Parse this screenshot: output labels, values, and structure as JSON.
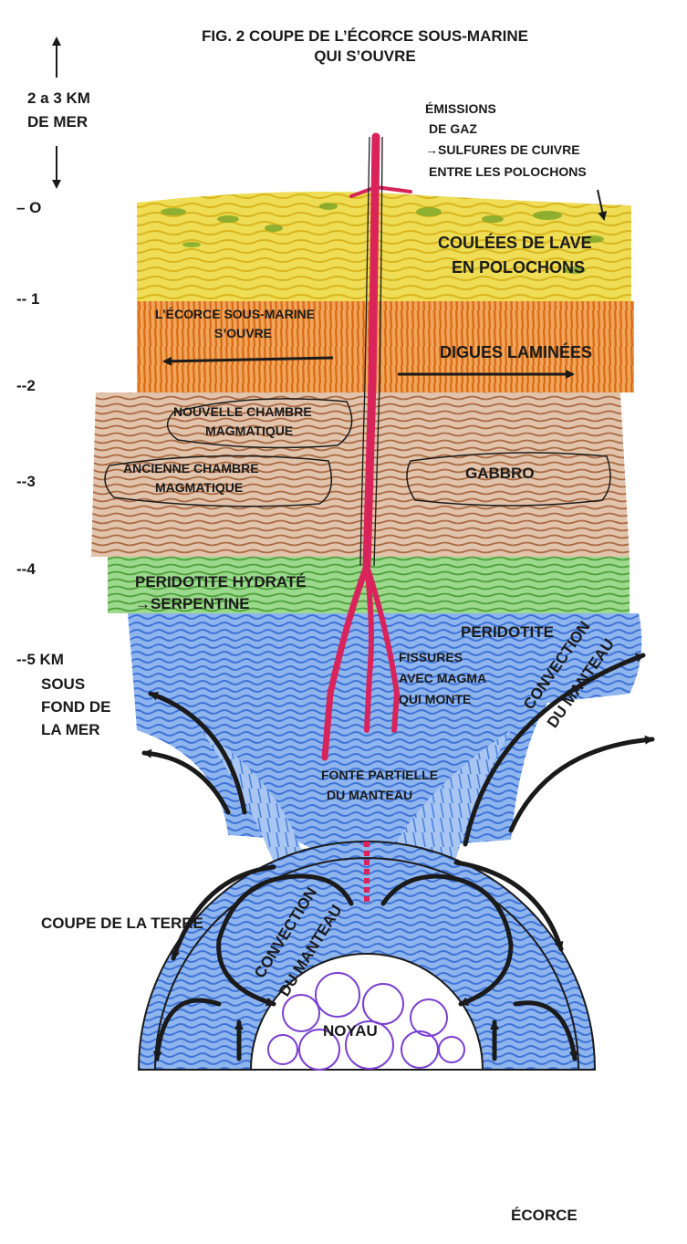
{
  "title": {
    "line1": "FIG. 2   COUPE DE L’ÉCORCE SOUS-MARINE",
    "line2": "QUI S’OUVRE"
  },
  "depth_scale": {
    "sea_depth_line1": "2 a 3 KM",
    "sea_depth_line2": "DE MER",
    "ticks": [
      "– O",
      "-- 1",
      "--2",
      "--3",
      "--4",
      "--5 KM"
    ],
    "bottom_note": [
      "SOUS",
      "FOND DE",
      "LA MER"
    ]
  },
  "labels": {
    "emissions": [
      "ÉMISSIONS",
      "DE GAZ",
      "→SULFURES DE CUIVRE",
      "ENTRE LES  POLOCHONS"
    ],
    "lava": [
      "COULÉES DE LAVE",
      "EN POLOCHONS"
    ],
    "crust_opens": [
      "L’ÉCORCE SOUS-MARINE",
      "S’OUVRE"
    ],
    "dikes": "DIGUES LAMINÉES",
    "new_chamber": [
      "NOUVELLE CHAMBRE",
      "MAGMATIQUE"
    ],
    "old_chamber": [
      "ANCIENNE CHAMBRE",
      "MAGMATIQUE"
    ],
    "gabbro": "GABBRO",
    "peridotite_hydrated": [
      "PERIDOTITE HYDRATÉ",
      "→SERPENTINE"
    ],
    "peridotite": "PERIDOTITE",
    "fissures": [
      "FISSURES",
      "AVEC MAGMA",
      "QUI MONTE"
    ],
    "partial_melt": [
      "FONTE PARTIELLE",
      "DU MANTEAU"
    ],
    "convection_right": [
      "CONVECTION",
      "DU MANTEAU"
    ],
    "earth_section": "COUPE DE LA TERRE",
    "convection_earth": [
      "CONVECTION",
      "DU MANTEAU"
    ],
    "core": "NOYAU",
    "crust": "ÉCORCE"
  },
  "colors": {
    "lava": "#e8d23a",
    "lava_green": "#7fa82a",
    "dikes": "#e2802a",
    "gabbro": "#b9825e",
    "serpentine": "#6fbf4f",
    "peridotite": "#3f7fd8",
    "magma": "#d8245a",
    "core": "#7a3fd1",
    "arrow": "#1a1a1a"
  }
}
